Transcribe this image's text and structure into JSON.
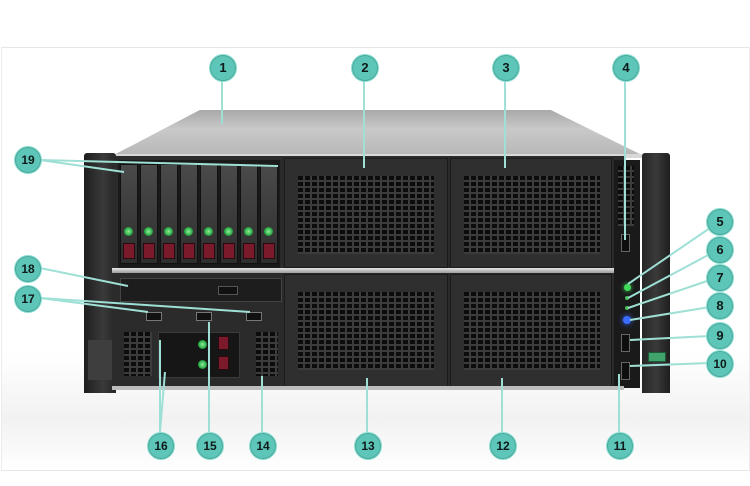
{
  "diagram": {
    "subject": "Rack server front view",
    "callout_color": "#5ec6b8",
    "callouts": [
      {
        "id": "1",
        "label": "1",
        "target": "top-cover"
      },
      {
        "id": "2",
        "label": "2",
        "target": "upper-left-bay"
      },
      {
        "id": "3",
        "label": "3",
        "target": "upper-right-bay"
      },
      {
        "id": "4",
        "label": "4",
        "target": "front-port-upper"
      },
      {
        "id": "5",
        "label": "5",
        "target": "status-led-green"
      },
      {
        "id": "6",
        "label": "6",
        "target": "status-led-small-1"
      },
      {
        "id": "7",
        "label": "7",
        "target": "status-led-small-2"
      },
      {
        "id": "8",
        "label": "8",
        "target": "uid-led-blue"
      },
      {
        "id": "9",
        "label": "9",
        "target": "front-port-middle"
      },
      {
        "id": "10",
        "label": "10",
        "target": "front-port-lower"
      },
      {
        "id": "11",
        "label": "11",
        "target": "front-panel-column"
      },
      {
        "id": "12",
        "label": "12",
        "target": "lower-right-bay"
      },
      {
        "id": "13",
        "label": "13",
        "target": "lower-left-bay"
      },
      {
        "id": "14",
        "label": "14",
        "target": "side-vent"
      },
      {
        "id": "15",
        "label": "15",
        "target": "center-usb-port"
      },
      {
        "id": "16",
        "label": "16",
        "target": "module-bays"
      },
      {
        "id": "17",
        "label": "17",
        "target": "usb-ports"
      },
      {
        "id": "18",
        "label": "18",
        "target": "optical-drive"
      },
      {
        "id": "19",
        "label": "19",
        "target": "drive-bays"
      }
    ],
    "drive_bay_count": 8,
    "led_colors": {
      "green": "#3fdc5a",
      "blue": "#3a6cff",
      "red_tab": "#7a1a2a"
    }
  }
}
